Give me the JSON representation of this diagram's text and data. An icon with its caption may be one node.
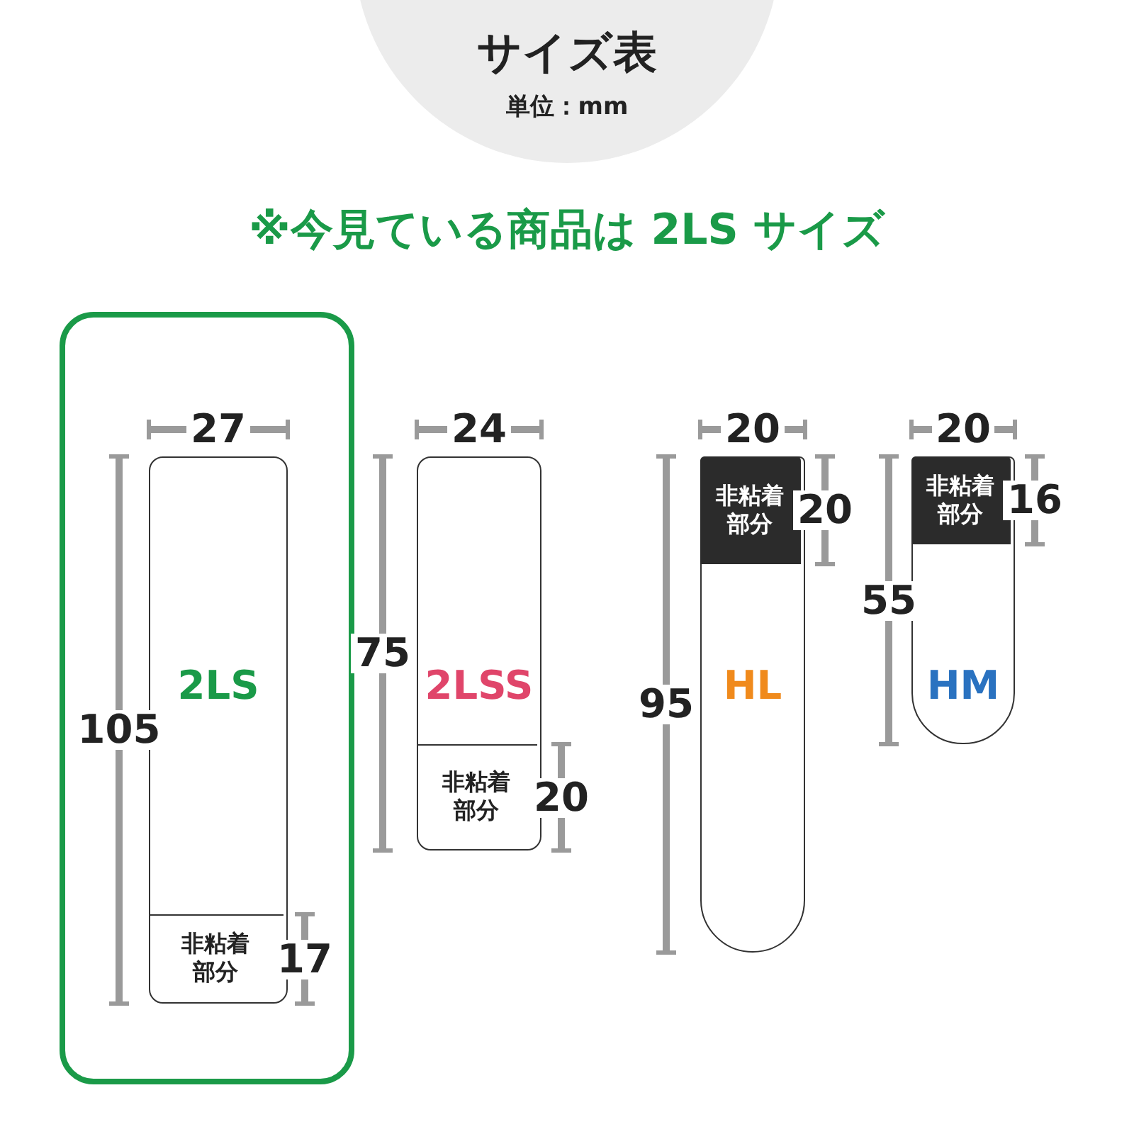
{
  "diagram": {
    "title": "サイズ表",
    "nodes": [
      {
        "text": [],
        "shape": "box"
      },
      {
        "text": [
          "2LS"
        ],
        "in": 0
      },
      {
        "text": [
          "非粘着部分"
        ],
        "in": 1
      },
      {
        "text": [
          "2LSS"
        ]
      },
      {
        "text": [
          "非粘着部分"
        ],
        "in": 3
      },
      {
        "text": [
          "HL"
        ]
      },
      {
        "text": [
          "非粘着部分"
        ],
        "in": 5
      },
      {
        "text": [
          "HM"
        ]
      },
      {
        "text": [
          "非粘着部分"
        ],
        "in": 7
      }
    ],
    "edges": [],
    "labels": [
      "単位：mm",
      "※今見ている商品は 2LS サイズ",
      "27",
      "105",
      "17",
      "24",
      "75",
      "20",
      "20",
      "95",
      "20",
      "20",
      "55",
      "16"
    ]
  }
}
